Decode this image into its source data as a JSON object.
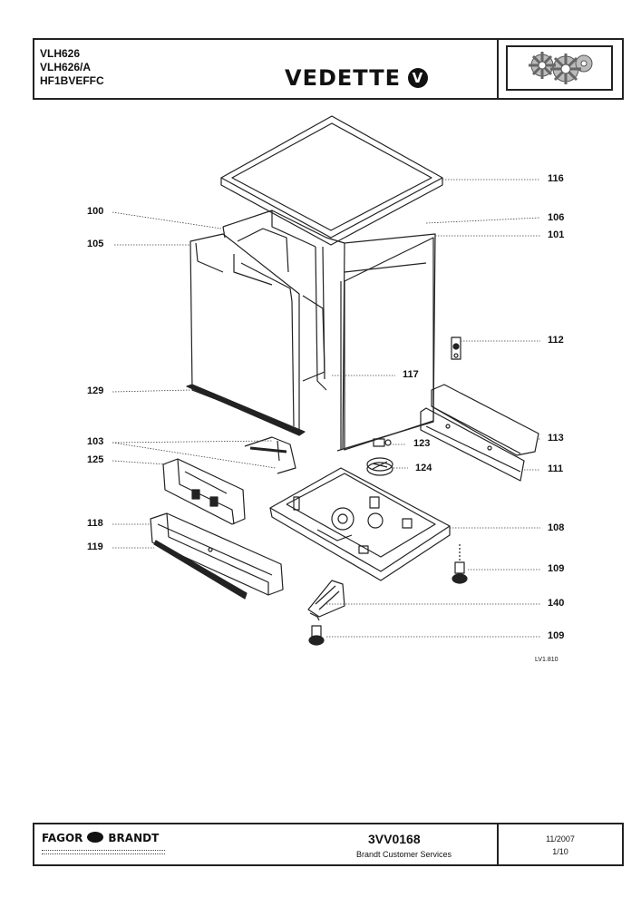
{
  "header": {
    "models": [
      "VLH626",
      "VLH626/A",
      "HF1BVEFFC"
    ],
    "brand": "VEDETTE",
    "brand_mark": "V"
  },
  "callouts": {
    "c116": "116",
    "c100": "100",
    "c106": "106",
    "c105": "105",
    "c101": "101",
    "c112": "112",
    "c117": "117",
    "c129": "129",
    "c103": "103",
    "c123": "123",
    "c113": "113",
    "c125": "125",
    "c124": "124",
    "c111": "111",
    "c118": "118",
    "c108": "108",
    "c119": "119",
    "c109a": "109",
    "c140": "140",
    "c109b": "109"
  },
  "drawing_ref": "LV1.810",
  "footer": {
    "logo_left": "FAGOR",
    "logo_right": "BRANDT",
    "doc_number": "3VV0168",
    "service": "Brandt Customer Services",
    "date": "11/2007",
    "page": "1/10"
  }
}
